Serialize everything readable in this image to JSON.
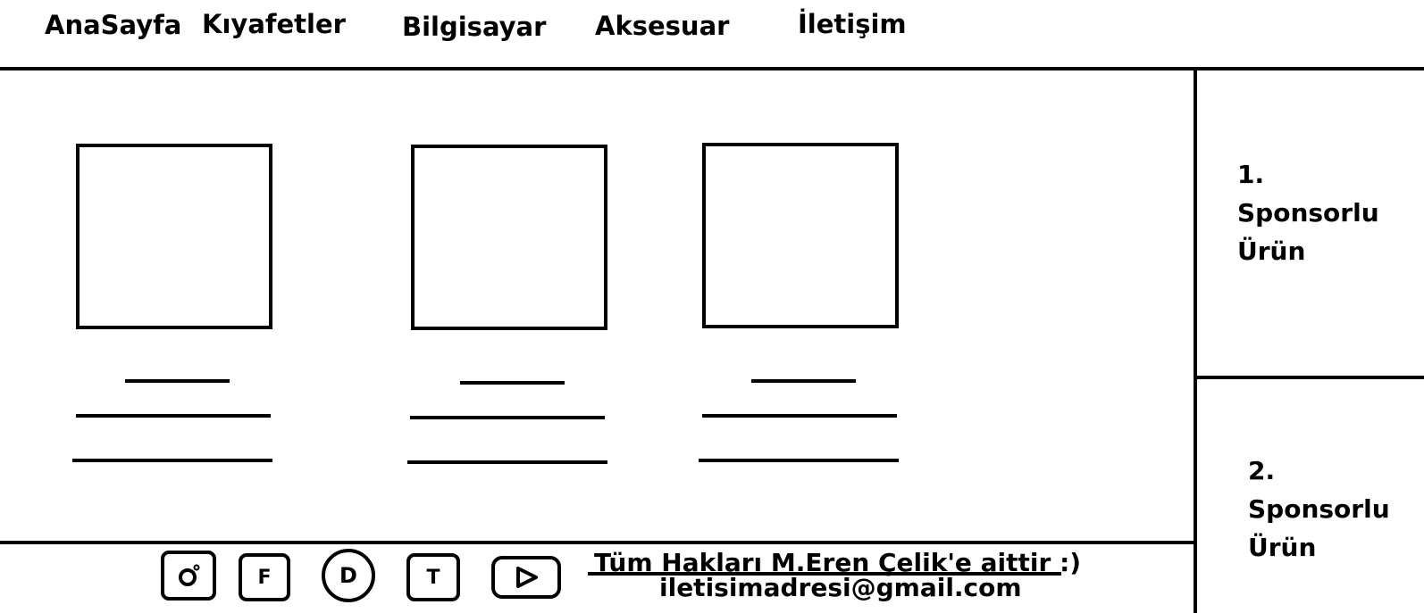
{
  "nav": {
    "items": [
      {
        "label": "AnaSayfa"
      },
      {
        "label": "Kıyafetler"
      },
      {
        "label": "Bilgisayar"
      },
      {
        "label": "Aksesuar"
      },
      {
        "label": "İletişim"
      }
    ]
  },
  "sidebar": {
    "sponsors": [
      {
        "number": "1.",
        "line1": "Sponsorlu",
        "line2": "Ürün"
      },
      {
        "number": "2.",
        "line1": "Sponsorlu",
        "line2": "Ürün"
      }
    ]
  },
  "footer": {
    "social": [
      {
        "icon": "instagram-icon",
        "glyph": ""
      },
      {
        "icon": "facebook-icon",
        "glyph": "F"
      },
      {
        "icon": "d-icon",
        "glyph": "D"
      },
      {
        "icon": "twitter-icon",
        "glyph": "T"
      },
      {
        "icon": "youtube-icon",
        "glyph": ""
      }
    ],
    "copyright": "Tüm Hakları M.Eren Çelik'e aittir :)",
    "email": "iletisimadresi@gmail.com"
  }
}
